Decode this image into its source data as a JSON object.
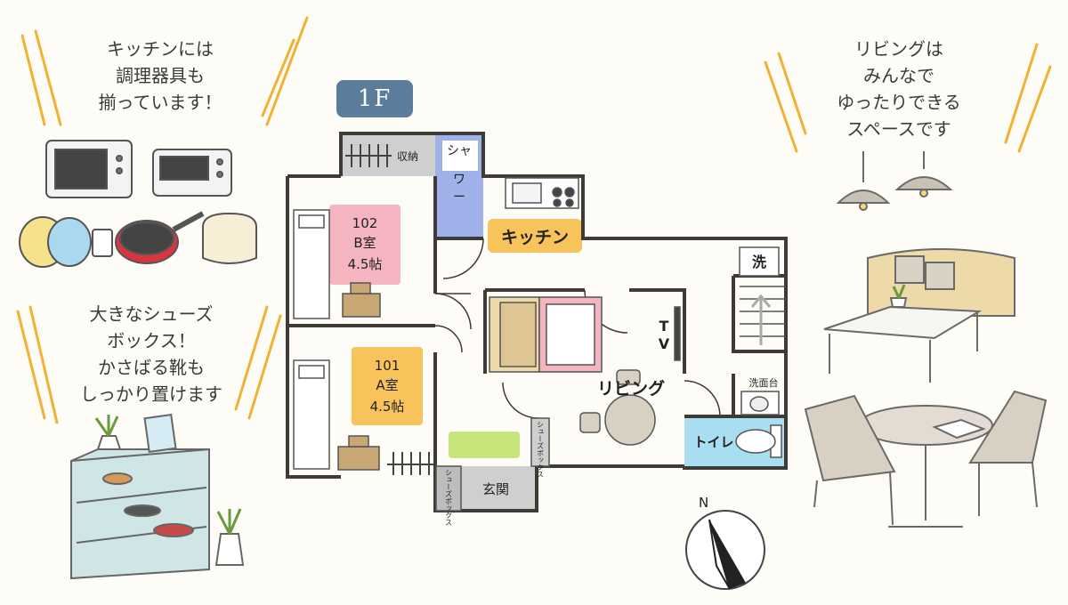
{
  "captions": {
    "kitchen": [
      "キッチンには",
      "調理器具も",
      "揃っています！"
    ],
    "shoebox": [
      "大きなシューズ",
      "ボックス！",
      "かさばる靴も",
      "しっかり置けます"
    ],
    "living": [
      "リビングは",
      "みんなで",
      "ゆったりできる",
      "スペースです"
    ]
  },
  "floor_label": "1F",
  "rooms": {
    "storage": "収納",
    "shower": [
      "シャ",
      "ワ",
      "ー"
    ],
    "kitchen": "キッチン",
    "room_b": [
      "102",
      "B室",
      "4.5帖"
    ],
    "room_a": [
      "101",
      "A室",
      "4.5帖"
    ],
    "living": "リビング",
    "tv": [
      "T",
      "V"
    ],
    "washer": "洗",
    "washbasin": "洗面台",
    "toilet": "トイレ",
    "entrance": "玄関",
    "shoebox_small": "シューズボックス"
  },
  "compass": "N",
  "colors": {
    "wall": "#3e3a36",
    "room_b_tag": "#f4b5c0",
    "room_a_tag": "#f7c35a",
    "shower": "#9fb1e8",
    "toilet": "#a9def0",
    "floor_badge": "#5b7d9b",
    "kitchen_tag": "#f7c35a",
    "rug": "#c6e57a"
  }
}
